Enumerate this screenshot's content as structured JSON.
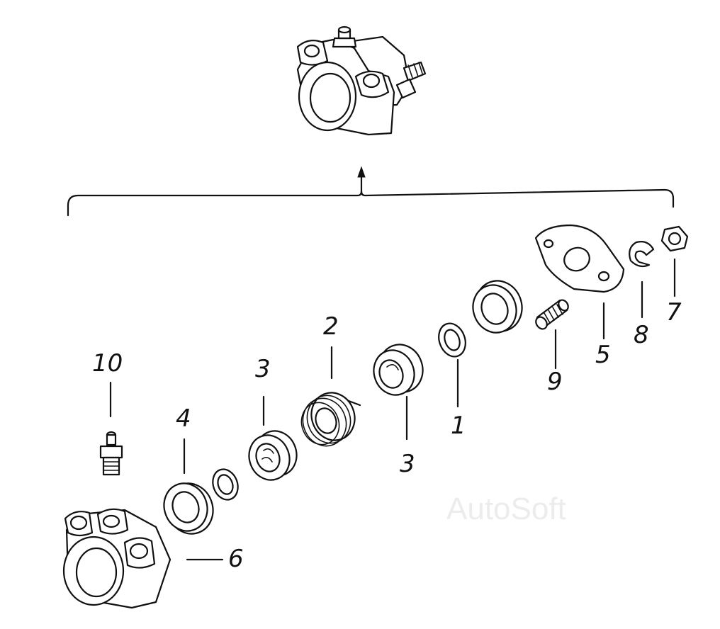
{
  "callouts": {
    "c1": "1",
    "c2": "2",
    "c3a": "3",
    "c3b": "3",
    "c4": "4",
    "c5": "5",
    "c6": "6",
    "c7": "7",
    "c8": "8",
    "c9": "9",
    "c10": "10"
  },
  "watermark": "AutoSoft"
}
